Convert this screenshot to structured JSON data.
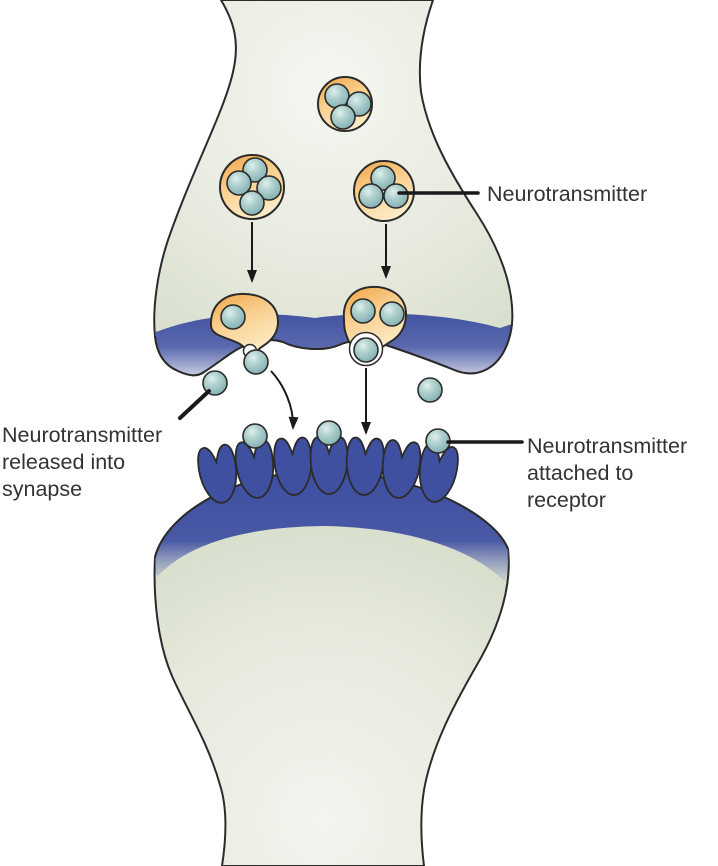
{
  "diagram": {
    "type": "synapse-neurotransmission",
    "background": "#ffffff",
    "labels": {
      "neurotransmitter": "Neurotransmitter",
      "released": {
        "lines": [
          "Neurotransmitter",
          "released into",
          "synapse"
        ]
      },
      "attached": {
        "lines": [
          "Neurotransmitter",
          "attached to",
          "receptor"
        ]
      }
    },
    "colors": {
      "cell_fill_green": "#d7decb",
      "membrane_blue": "#3d4fa0",
      "vesicle_orange": "#f5b86a",
      "neurotransmitter_teal": "#8fb7ba",
      "receptor_blue": "#4a59a5",
      "outline": "#2b2b2b",
      "label_text": "#333333"
    },
    "elements": {
      "presynaptic_vesicles": 3,
      "fusing_vesicles": 2,
      "receptors": 7,
      "free_neurotransmitters": 4,
      "receptor_bound_neurotransmitters": 3
    }
  }
}
